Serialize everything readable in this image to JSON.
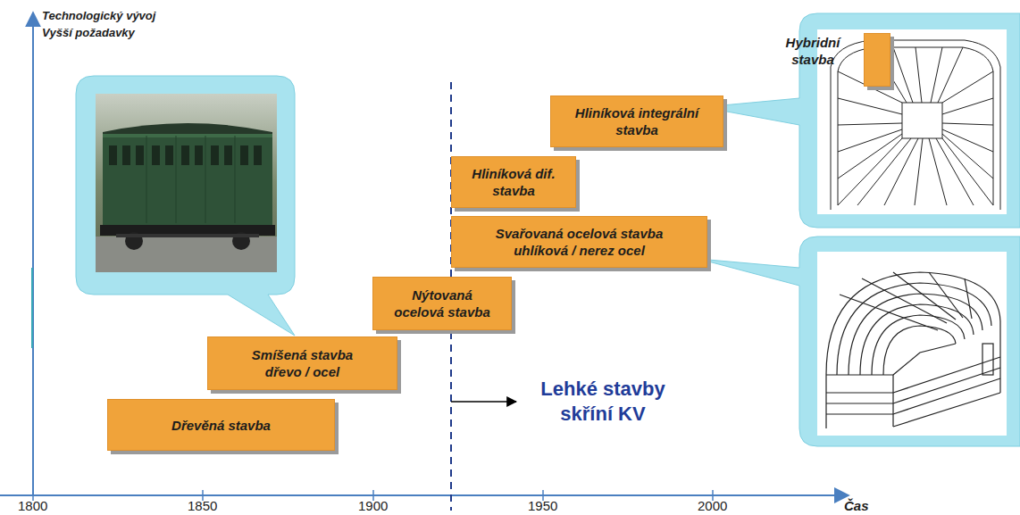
{
  "diagram": {
    "nodes": [
      {
        "text": [
          "Dřevěná stavba"
        ]
      },
      {
        "text": [
          "Smíšená stavba dřevo / ocel"
        ]
      },
      {
        "text": [
          "Nýtovaná ocelová stavba"
        ]
      },
      {
        "text": [
          "Svařovaná ocelová stavba uhlíková / nerez ocel"
        ]
      },
      {
        "text": [
          "Hliníková dif. stavba"
        ]
      },
      {
        "text": [
          "Hliníková integrální stavba"
        ]
      },
      {
        "text": [
          "Hybridní stavba"
        ]
      }
    ],
    "labels": [
      "Technologický vývoj Vyšší požadavky",
      "1800",
      "1850",
      "1900",
      "1950",
      "2000",
      "Čas",
      "Lehké stavby skříní KV"
    ]
  }
}
